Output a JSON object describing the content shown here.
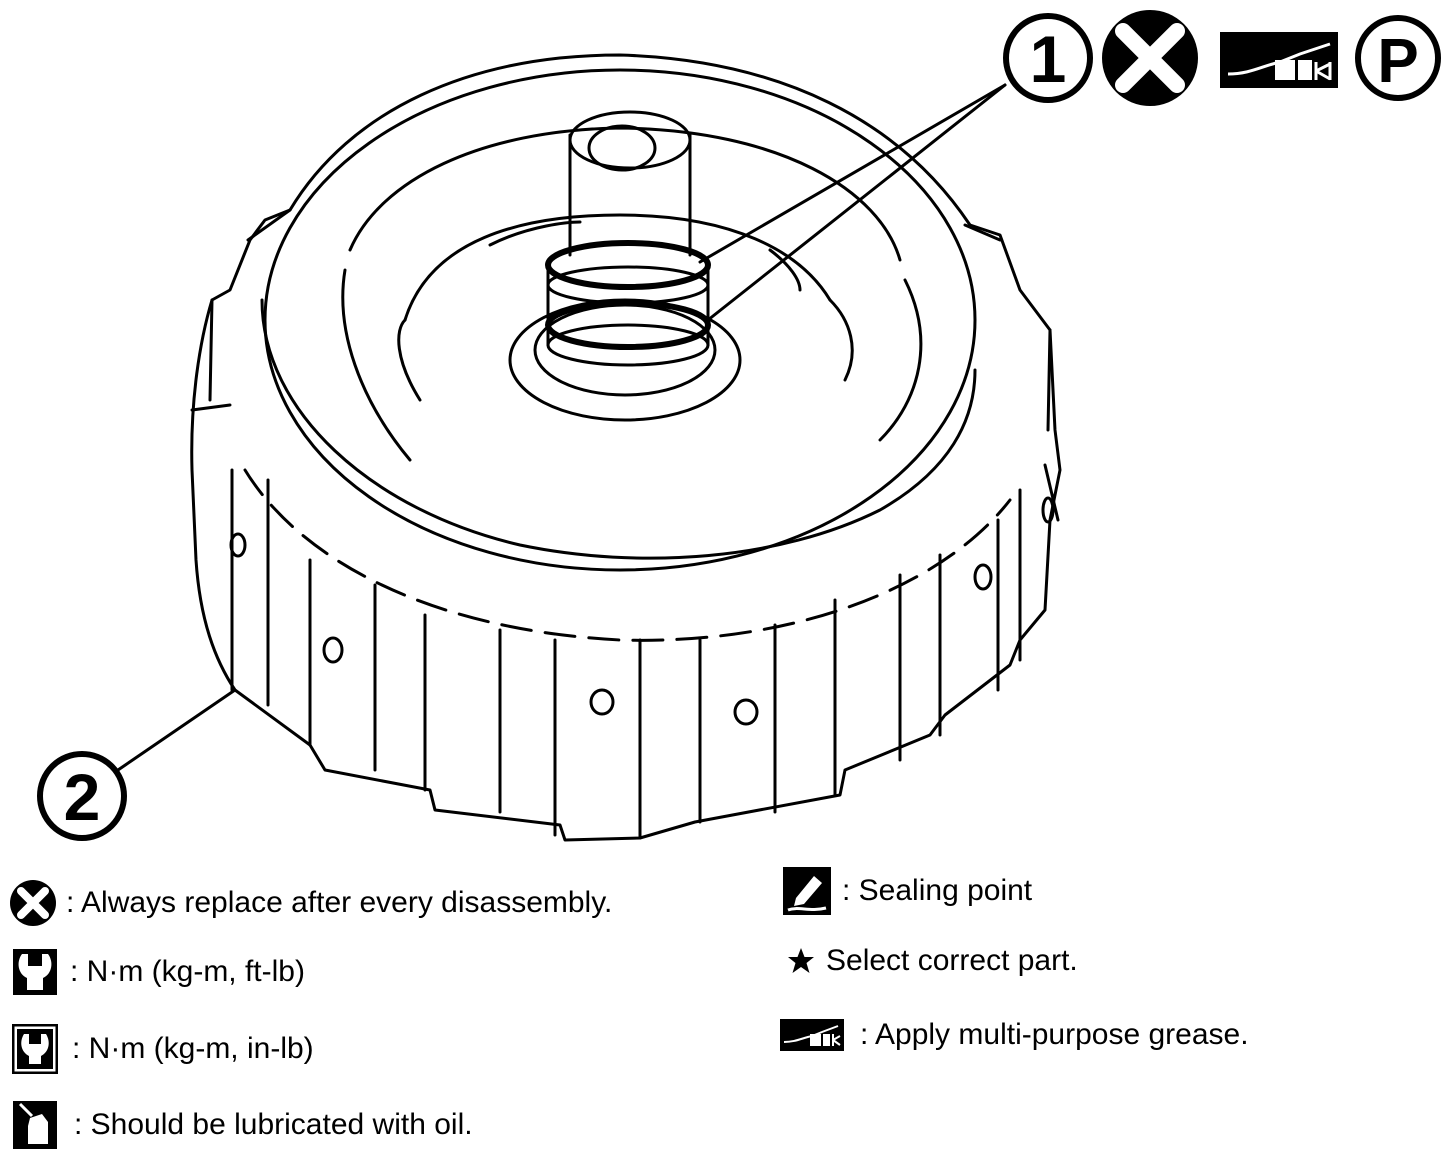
{
  "callouts": {
    "part_1": "1",
    "part_2": "2",
    "symbol_p": "P"
  },
  "legend": {
    "replace": ": Always replace after every disassembly.",
    "torque_ftlb": ": N·m (kg-m, ft-lb)",
    "torque_inlb": ": N·m (kg-m, in-lb)",
    "lubricate": ": Should be lubricated with oil.",
    "sealing": ": Sealing point",
    "select": "Select correct part.",
    "grease": ": Apply multi-purpose grease."
  },
  "icons": {
    "replace": "replace-x-icon",
    "torque_ftlb": "wrench-torque-icon",
    "torque_inlb": "wrench-torque-small-icon",
    "lubricate": "oil-can-icon",
    "sealing": "sealing-pen-icon",
    "select": "star-icon",
    "grease": "grease-gun-icon",
    "petroleum_jelly": "petroleum-jelly-icon"
  }
}
